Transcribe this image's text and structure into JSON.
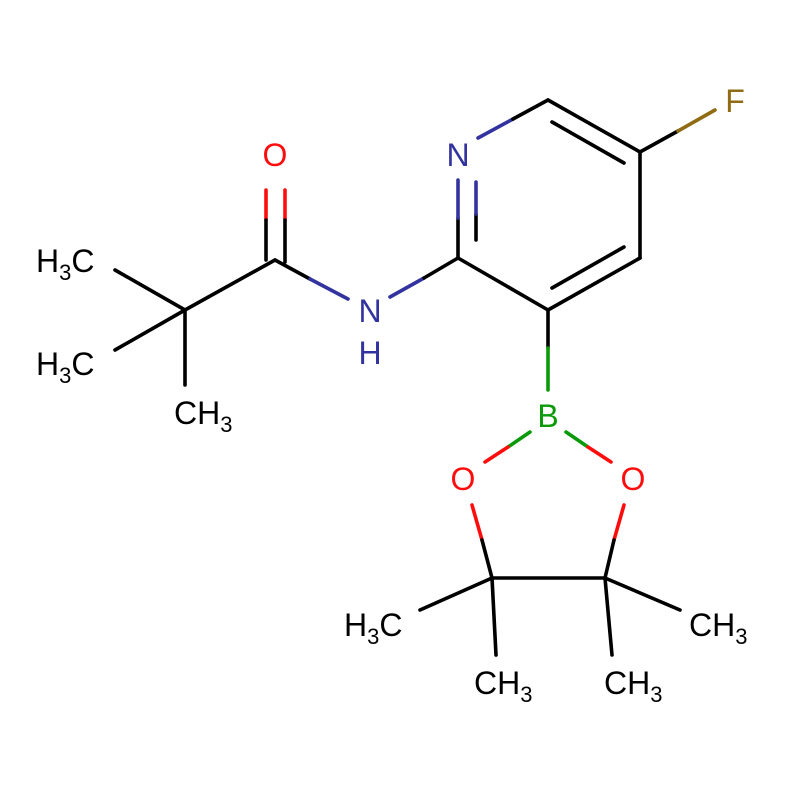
{
  "molecule": {
    "atoms": {
      "carbonyl_o": "O",
      "amide_n": "N",
      "amide_h": "H",
      "ring_n": "N",
      "fluorine": "F",
      "boron": "B",
      "ester_o_left": "O",
      "ester_o_right": "O",
      "methyl_tbu_1": {
        "main": "H",
        "sub": "3",
        "tail": "C"
      },
      "methyl_tbu_2": {
        "main": "H",
        "sub": "3",
        "tail": "C"
      },
      "methyl_tbu_3": {
        "main": "CH",
        "sub": "3"
      },
      "methyl_pin_1": {
        "main": "H",
        "sub": "3",
        "tail": "C"
      },
      "methyl_pin_2": {
        "main": "CH",
        "sub": "3"
      },
      "methyl_pin_3": {
        "main": "CH",
        "sub": "3"
      },
      "methyl_pin_4": {
        "main": "CH",
        "sub": "3"
      }
    },
    "colors": {
      "carbon": "#000000",
      "oxygen": "#ff0d0d",
      "nitrogen": "#3333a0",
      "fluorine": "#8f6b14",
      "boron": "#0a9a0a"
    }
  }
}
